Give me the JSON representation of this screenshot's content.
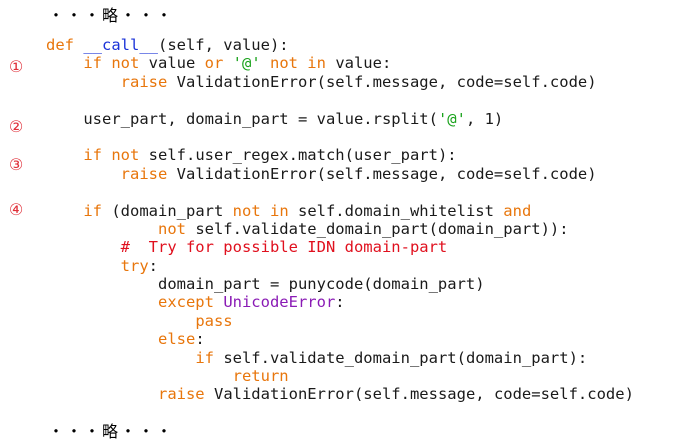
{
  "ellipsis": {
    "top": "・・・略・・・",
    "bottom": "・・・略・・・"
  },
  "markers": [
    "①",
    "②",
    "③",
    "④"
  ],
  "code_lines": [
    [
      {
        "t": "def ",
        "c": "kw"
      },
      {
        "t": "__call__",
        "c": "fn"
      },
      {
        "t": "(self, value):",
        "c": ""
      }
    ],
    [
      {
        "t": "    ",
        "c": ""
      },
      {
        "t": "if not ",
        "c": "kw"
      },
      {
        "t": "value ",
        "c": ""
      },
      {
        "t": "or ",
        "c": "kw"
      },
      {
        "t": "'@' ",
        "c": "str"
      },
      {
        "t": "not in ",
        "c": "kw"
      },
      {
        "t": "value:",
        "c": ""
      }
    ],
    [
      {
        "t": "        ",
        "c": ""
      },
      {
        "t": "raise ",
        "c": "kw"
      },
      {
        "t": "ValidationError(self.message, code=self.code)",
        "c": ""
      }
    ],
    [],
    [
      {
        "t": "    user_part, domain_part = value.rsplit(",
        "c": ""
      },
      {
        "t": "'@'",
        "c": "str"
      },
      {
        "t": ", 1)",
        "c": ""
      }
    ],
    [],
    [
      {
        "t": "    ",
        "c": ""
      },
      {
        "t": "if not ",
        "c": "kw"
      },
      {
        "t": "self.user_regex.match(user_part):",
        "c": ""
      }
    ],
    [
      {
        "t": "        ",
        "c": ""
      },
      {
        "t": "raise ",
        "c": "kw"
      },
      {
        "t": "ValidationError(self.message, code=self.code)",
        "c": ""
      }
    ],
    [],
    [
      {
        "t": "    ",
        "c": ""
      },
      {
        "t": "if ",
        "c": "kw"
      },
      {
        "t": "(domain_part ",
        "c": ""
      },
      {
        "t": "not in ",
        "c": "kw"
      },
      {
        "t": "self.domain_whitelist ",
        "c": ""
      },
      {
        "t": "and",
        "c": "kw"
      }
    ],
    [
      {
        "t": "            ",
        "c": ""
      },
      {
        "t": "not ",
        "c": "kw"
      },
      {
        "t": "self.validate_domain_part(domain_part)):",
        "c": ""
      }
    ],
    [
      {
        "t": "        ",
        "c": ""
      },
      {
        "t": "#  Try for possible IDN domain-part",
        "c": "cm"
      }
    ],
    [
      {
        "t": "        ",
        "c": ""
      },
      {
        "t": "try",
        "c": "kw"
      },
      {
        "t": ":",
        "c": ""
      }
    ],
    [
      {
        "t": "            domain_part = punycode(domain_part)",
        "c": ""
      }
    ],
    [
      {
        "t": "            ",
        "c": ""
      },
      {
        "t": "except ",
        "c": "kw"
      },
      {
        "t": "UnicodeError",
        "c": "ex"
      },
      {
        "t": ":",
        "c": ""
      }
    ],
    [
      {
        "t": "                ",
        "c": ""
      },
      {
        "t": "pass",
        "c": "kw"
      }
    ],
    [
      {
        "t": "            ",
        "c": ""
      },
      {
        "t": "else",
        "c": "kw"
      },
      {
        "t": ":",
        "c": ""
      }
    ],
    [
      {
        "t": "                ",
        "c": ""
      },
      {
        "t": "if ",
        "c": "kw"
      },
      {
        "t": "self.validate_domain_part(domain_part):",
        "c": ""
      }
    ],
    [
      {
        "t": "                    ",
        "c": ""
      },
      {
        "t": "return",
        "c": "kw"
      }
    ],
    [
      {
        "t": "            ",
        "c": ""
      },
      {
        "t": "raise ",
        "c": "kw"
      },
      {
        "t": "ValidationError(self.message, code=self.code)",
        "c": ""
      }
    ]
  ],
  "colors": {
    "keyword": "#e8760c",
    "function": "#1b33d8",
    "string": "#19a21b",
    "comment": "#e0101e",
    "exception": "#8a1bb5",
    "marker": "#e0303a"
  }
}
